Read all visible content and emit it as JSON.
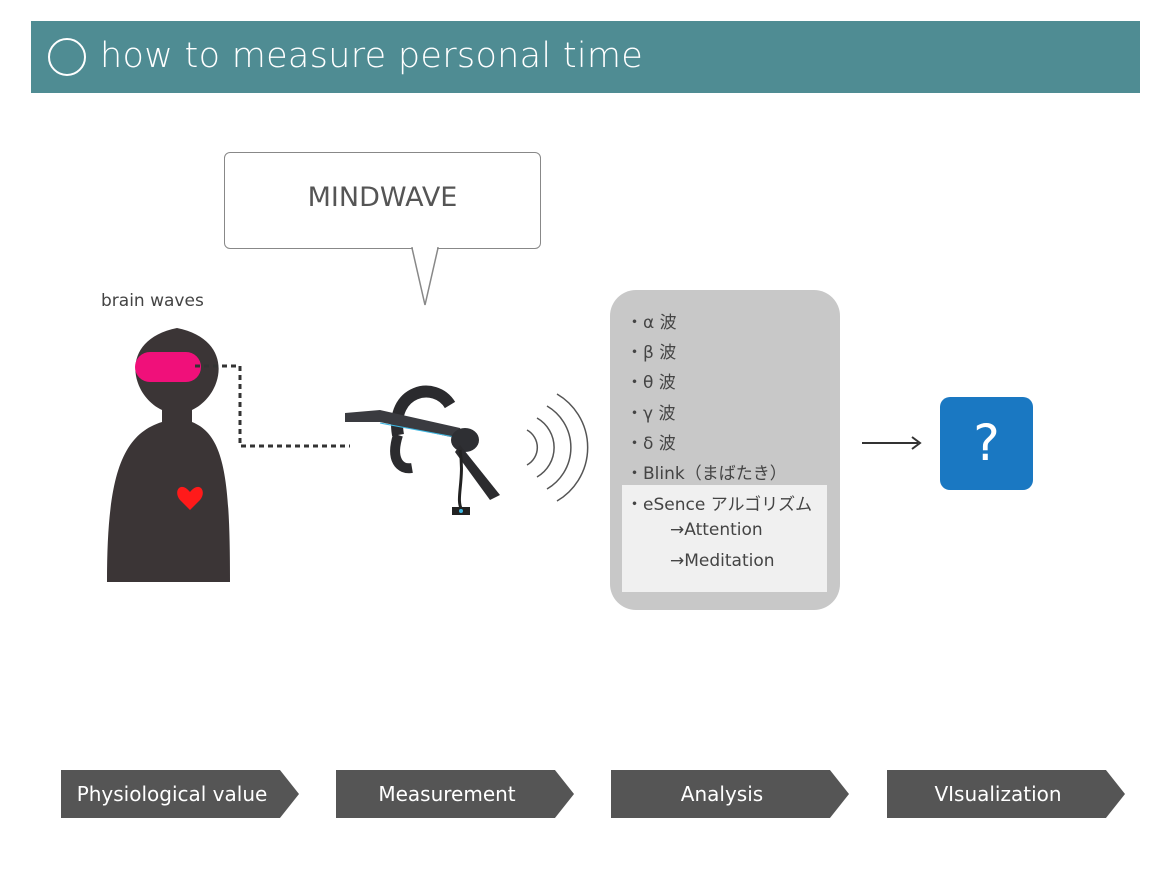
{
  "header": {
    "title": "how to measure personal time"
  },
  "bubble": {
    "label": "MINDWAVE"
  },
  "person": {
    "label": "brain waves"
  },
  "metrics": {
    "items": [
      "・α 波",
      "・β 波",
      "・θ 波",
      "・γ 波",
      "・δ 波",
      "・Blink（まばたき）"
    ],
    "esense": {
      "title": "・eSence アルゴリズム",
      "sub": [
        "→Attention",
        "→Meditation"
      ]
    }
  },
  "result": {
    "symbol": "?"
  },
  "steps": [
    "Physiological value",
    "Measurement",
    "Analysis",
    "VIsualization"
  ],
  "colors": {
    "header": "#4f8c93",
    "accent": "#1a78c2",
    "brain": "#f0107a",
    "heart": "#ff1a1a",
    "figure": "#3b3536"
  }
}
